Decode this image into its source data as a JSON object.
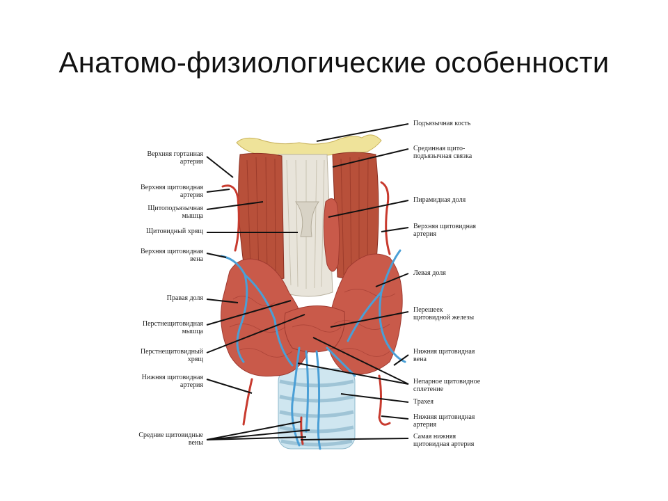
{
  "slide": {
    "title": "Анатомо-физиологические особенности"
  },
  "figure": {
    "colors": {
      "muscle": "#b8503a",
      "muscle_dark": "#8a2f22",
      "gland": "#c95a4a",
      "gland_dark": "#a03a30",
      "cartilage": "#e8e4da",
      "bone": "#efe39a",
      "vein": "#4a9fd6",
      "artery": "#c83a2e",
      "trachea": "#cfe6f0",
      "line": "#111111"
    },
    "labels_left": [
      {
        "id": "superior-laryngeal-artery",
        "text": "Верхняя гортанная\nартерия"
      },
      {
        "id": "superior-thyroid-artery-right",
        "text": "Верхняя щитовидная\nартерия"
      },
      {
        "id": "thyrohyoid-muscle",
        "text": "Щитоподъязычная\nмышца"
      },
      {
        "id": "thyroid-cartilage",
        "text": "Щитовидный хрящ"
      },
      {
        "id": "superior-thyroid-vein",
        "text": "Верхняя щитовидная\nвена"
      },
      {
        "id": "right-lobe",
        "text": "Правая доля"
      },
      {
        "id": "cricothyroid-muscle",
        "text": "Перстнещитовидная\nмышца"
      },
      {
        "id": "cricoid-cartilage",
        "text": "Перстнещитовидный\nхрящ"
      },
      {
        "id": "inferior-thyroid-artery-right",
        "text": "Нижняя щитовидная\nартерия"
      },
      {
        "id": "middle-thyroid-veins",
        "text": "Средние щитовидные\nвены"
      }
    ],
    "labels_right": [
      {
        "id": "hyoid-bone",
        "text": "Подъязычная кость"
      },
      {
        "id": "median-thyrohyoid-ligament",
        "text": "Срединная щито-\nподъязычная связка"
      },
      {
        "id": "pyramidal-lobe",
        "text": "Пирамидная доля"
      },
      {
        "id": "superior-thyroid-artery-left",
        "text": "Верхняя щитовидная\nартерия"
      },
      {
        "id": "left-lobe",
        "text": "Левая доля"
      },
      {
        "id": "isthmus",
        "text": "Перешеек\nщитовидной железы"
      },
      {
        "id": "inferior-thyroid-vein",
        "text": "Нижняя щитовидная\nвена"
      },
      {
        "id": "unpaired-thyroid-plexus",
        "text": "Непарное щитовидное\nсплетение"
      },
      {
        "id": "trachea",
        "text": "Трахея"
      },
      {
        "id": "inferior-thyroid-artery-left",
        "text": "Нижняя щитовидная\nартерия"
      },
      {
        "id": "thyroid-ima-artery",
        "text": "Самая нижняя\nщитовидная артерия"
      }
    ]
  }
}
